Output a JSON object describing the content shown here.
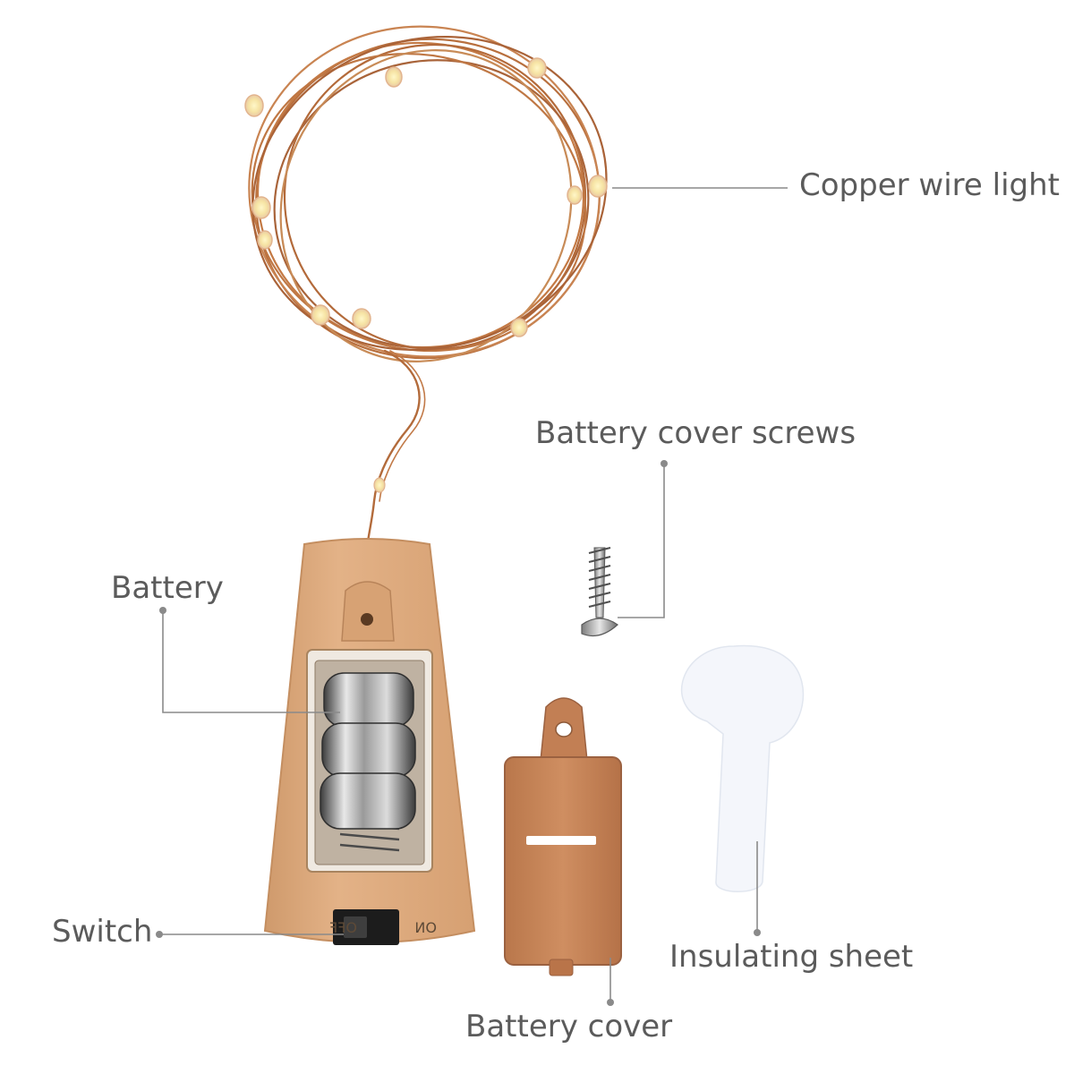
{
  "labels": {
    "copper_wire_light": "Copper wire light",
    "battery_cover_screws": "Battery cover screws",
    "battery": "Battery",
    "switch": "Switch",
    "insulating_sheet": "Insulating sheet",
    "battery_cover": "Battery cover"
  },
  "switch_marks": {
    "off": "OFF",
    "on": "ON"
  },
  "colors": {
    "cork": "#dfac7f",
    "cork_shadow": "#c98f61",
    "battery_cover": "#c8865a",
    "copper": "#b86f3d",
    "leader_line": "#8a8a8a",
    "label_text": "#5b5b5b",
    "insulating_sheet": "#f4f6fb"
  }
}
